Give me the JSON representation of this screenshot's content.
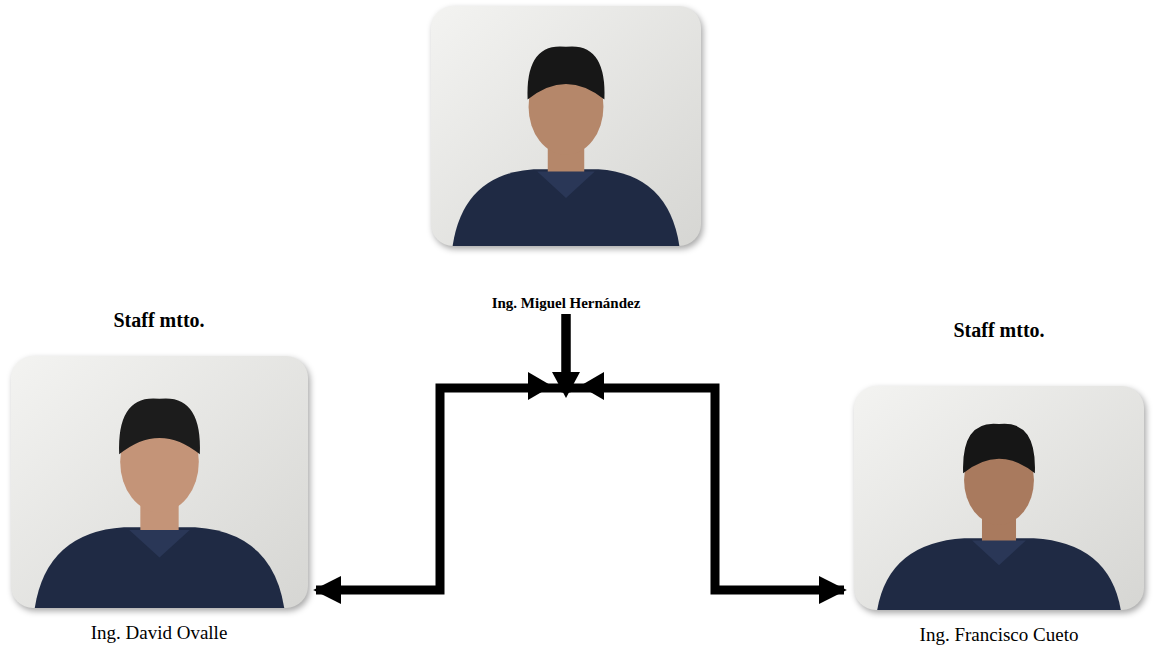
{
  "diagram": {
    "nodes": [
      {
        "text": [
          "Ing. Miguel Hernández"
        ]
      },
      {
        "text": [
          "Staff mtto.",
          "Ing. David Ovalle"
        ]
      },
      {
        "text": [
          "Staff mtto.",
          "Ing. Francisco Cueto"
        ]
      }
    ],
    "edges": [
      {
        "from": 0,
        "to": 1,
        "arrow": "to"
      },
      {
        "from": 0,
        "to": 2,
        "arrow": "to"
      }
    ]
  }
}
